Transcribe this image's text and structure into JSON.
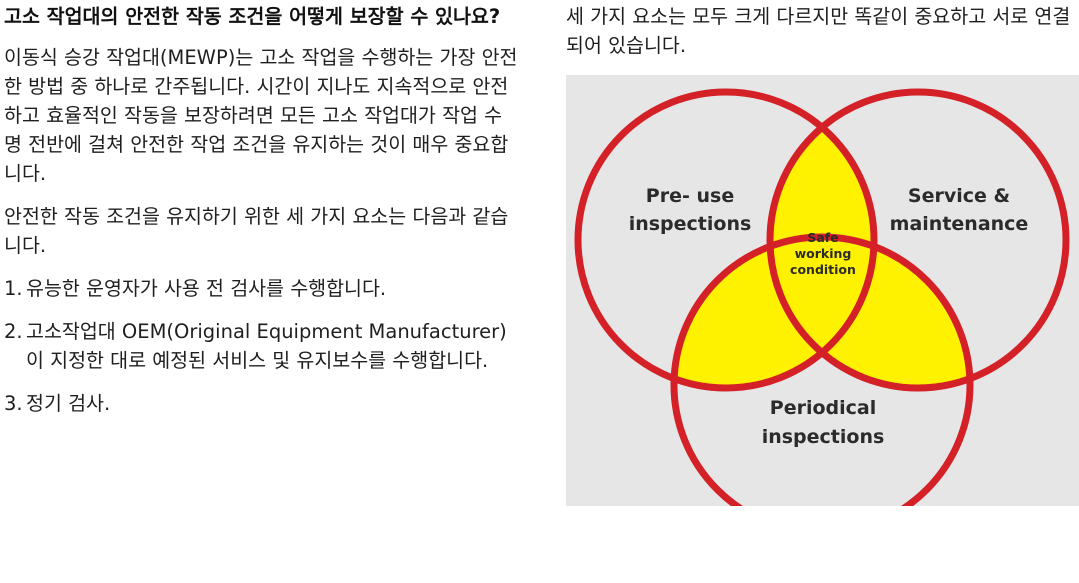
{
  "left": {
    "heading": "고소 작업대의 안전한 작동 조건을 어떻게 보장할 수 있나요?",
    "paragraphs": [
      "이동식 승강 작업대(MEWP)는 고소 작업을 수행하는 가장 안전한 방법 중 하나로 간주됩니다. 시간이 지나도 지속적으로 안전하고 효율적인 작동을 보장하려면 모든 고소 작업대가 작업 수명 전반에 걸쳐 안전한 작업 조건을 유지하는 것이 매우 중요합니다.",
      "안전한 작동 조건을 유지하기 위한 세 가지 요소는 다음과 같습니다."
    ],
    "list": [
      {
        "num": "1.",
        "text": "유능한 운영자가 사용 전 검사를 수행합니다."
      },
      {
        "num": "2.",
        "text": "고소작업대 OEM(Original Equipment Manufacturer)이 지정한 대로 예정된 서비스 및 유지보수를 수행합니다."
      },
      {
        "num": "3.",
        "text": "정기 검사."
      }
    ]
  },
  "right": {
    "intro": "세 가지 요소는 모두 크게 다르지만 똑같이 중요하고 서로 연결되어 있습니다."
  },
  "venn": {
    "labels": {
      "pre_use_1": "Pre- use",
      "pre_use_2": "inspections",
      "service_1": "Service &",
      "service_2": "maintenance",
      "periodical_1": "Periodical",
      "periodical_2": "inspections",
      "center_1": "Safe",
      "center_2": "working",
      "center_3": "condition"
    },
    "colors": {
      "background": "#e6e6e6",
      "ring": "#d42027",
      "overlap": "#fff200",
      "text": "#2b2b2b"
    }
  }
}
